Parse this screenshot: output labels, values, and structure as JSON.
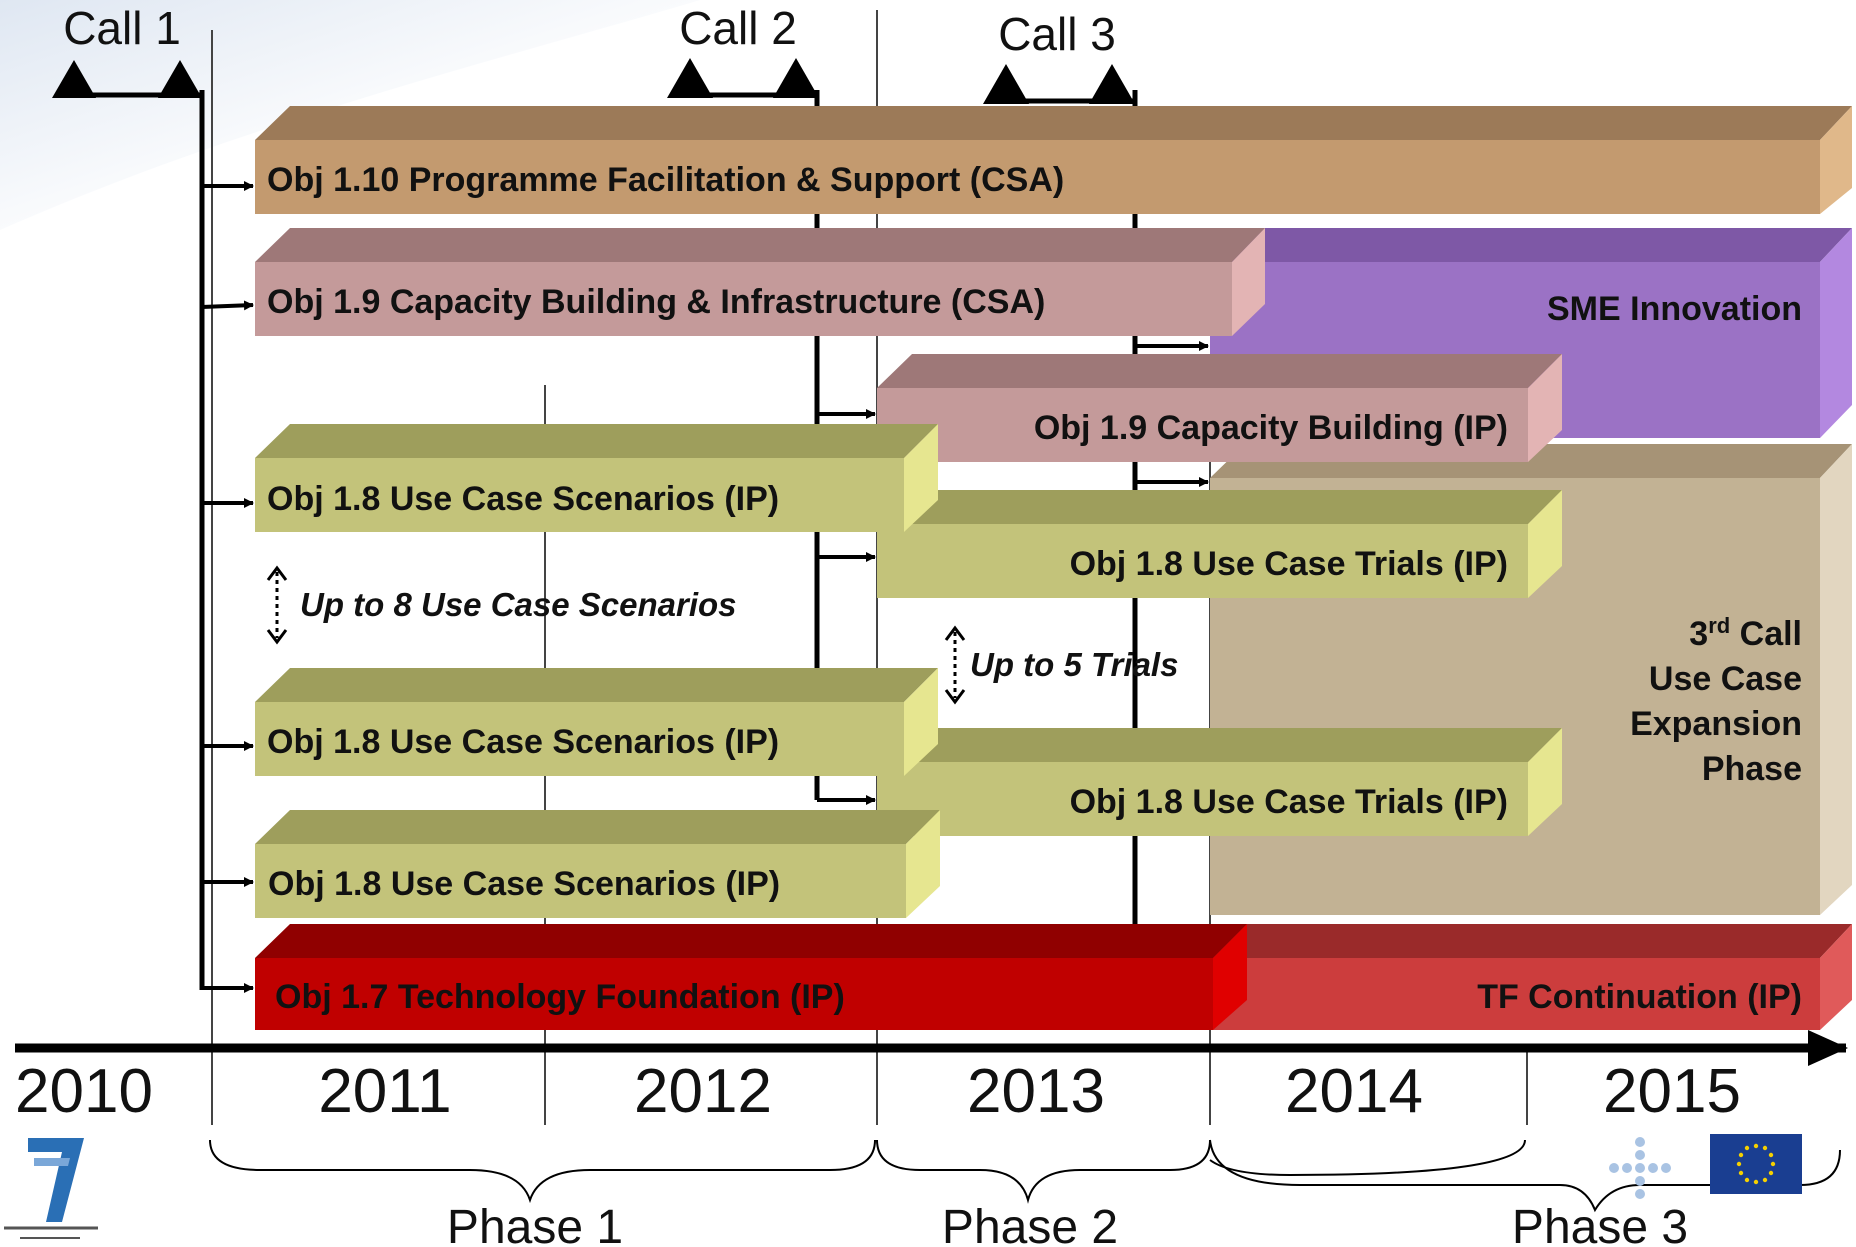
{
  "calls": [
    "Call 1",
    "Call 2",
    "Call 3"
  ],
  "bars": {
    "obj110": "Obj 1.10 Programme Facilitation & Support (CSA)",
    "obj19_csa": "Obj 1.9 Capacity Building & Infrastructure (CSA)",
    "sme": "SME Innovation",
    "obj19_ip": "Obj 1.9 Capacity Building (IP)",
    "obj18_scen": "Obj 1.8 Use Case Scenarios (IP)",
    "obj18_trials": "Obj 1.8 Use Case Trials (IP)",
    "obj17": "Obj 1.7 Technology Foundation (IP)",
    "tf_cont": "TF Continuation (IP)"
  },
  "third_call": {
    "num": "3",
    "sup": "rd",
    "word": " Call",
    "line2": "Use Case",
    "line3": "Expansion",
    "line4": "Phase"
  },
  "notes": {
    "scenarios": "Up to 8 Use Case Scenarios",
    "trials": "Up to 5 Trials"
  },
  "years": [
    "2010",
    "2011",
    "2012",
    "2013",
    "2014",
    "2015"
  ],
  "phases": [
    "Phase 1",
    "Phase 2",
    "Phase 3"
  ],
  "colors": {
    "brown": "#c39a6f",
    "pink": "#c49a9a",
    "purple": "#9b72c5",
    "olive": "#c3c37a",
    "tan": "#c2b294",
    "red": "#c00000",
    "red_light": "#cc3d3d"
  }
}
